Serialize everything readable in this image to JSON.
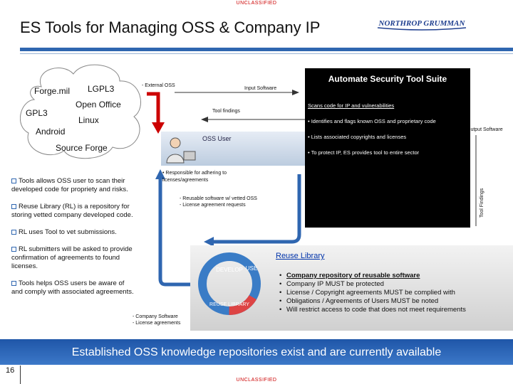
{
  "classification": "UNCLASSIFIED",
  "title": "ES Tools for Managing OSS & Company IP",
  "logo_text": "NORTHROP GRUMMAN",
  "cloud": [
    "Forge.mil",
    "LGPL3",
    "Open Office",
    "GPL3",
    "Linux",
    "Android",
    "Source Forge"
  ],
  "labels": {
    "external_oss": "- External OSS",
    "input_software": "Input Software",
    "tool_findings": "Tool findings",
    "output_software": "Output Software",
    "tool_findings_vertical": "Tool Findings",
    "oss_user": "OSS User",
    "responsible": "• Responsible for adhering to",
    "responsible2": "licenses/agreements",
    "reusable1": "- Reusable software w/ vetted OSS",
    "reusable2": "- License agreement requests",
    "company1": "- Company Software",
    "company2": "- License agreements"
  },
  "suite": {
    "title": "Automate Security Tool Suite",
    "lines": [
      "Scans code for IP and vulnerabilities",
      "• Identifies and flags known OSS and proprietary code",
      "• Lists associated copyrights and licenses",
      "• To protect IP, ES provides tool to entire sector"
    ]
  },
  "bullets": [
    [
      "Tools allows OSS user to scan their",
      "developed code for propriety and risks."
    ],
    [
      "Reuse Library (RL) is a repository for",
      "storing vetted company developed code."
    ],
    [
      "RL uses Tool to vet submissions."
    ],
    [
      "RL submitters will be asked to provide",
      "confirmation of agreements to found",
      "licenses."
    ],
    [
      "Tools helps OSS users be aware of",
      "and comply with associated agreements."
    ]
  ],
  "reuse": {
    "title": "Reuse Library",
    "ring_top": "DEVELOP",
    "ring_right": "USE",
    "ring_bottom": "REUSE LIBRARY",
    "items": [
      "Company repository of reusable software",
      "Company IP MUST be protected",
      "License / Copyright agreements MUST be complied with",
      "Obligations / Agreements of Users MUST be noted",
      "Will restrict access to code that does not meet requirements"
    ]
  },
  "banner": "Established OSS knowledge repositories exist and are currently available",
  "page_number": "16",
  "colors": {
    "accent": "#2f66b0",
    "arrow_red": "#cc0000",
    "banner": "#1f56a8"
  }
}
